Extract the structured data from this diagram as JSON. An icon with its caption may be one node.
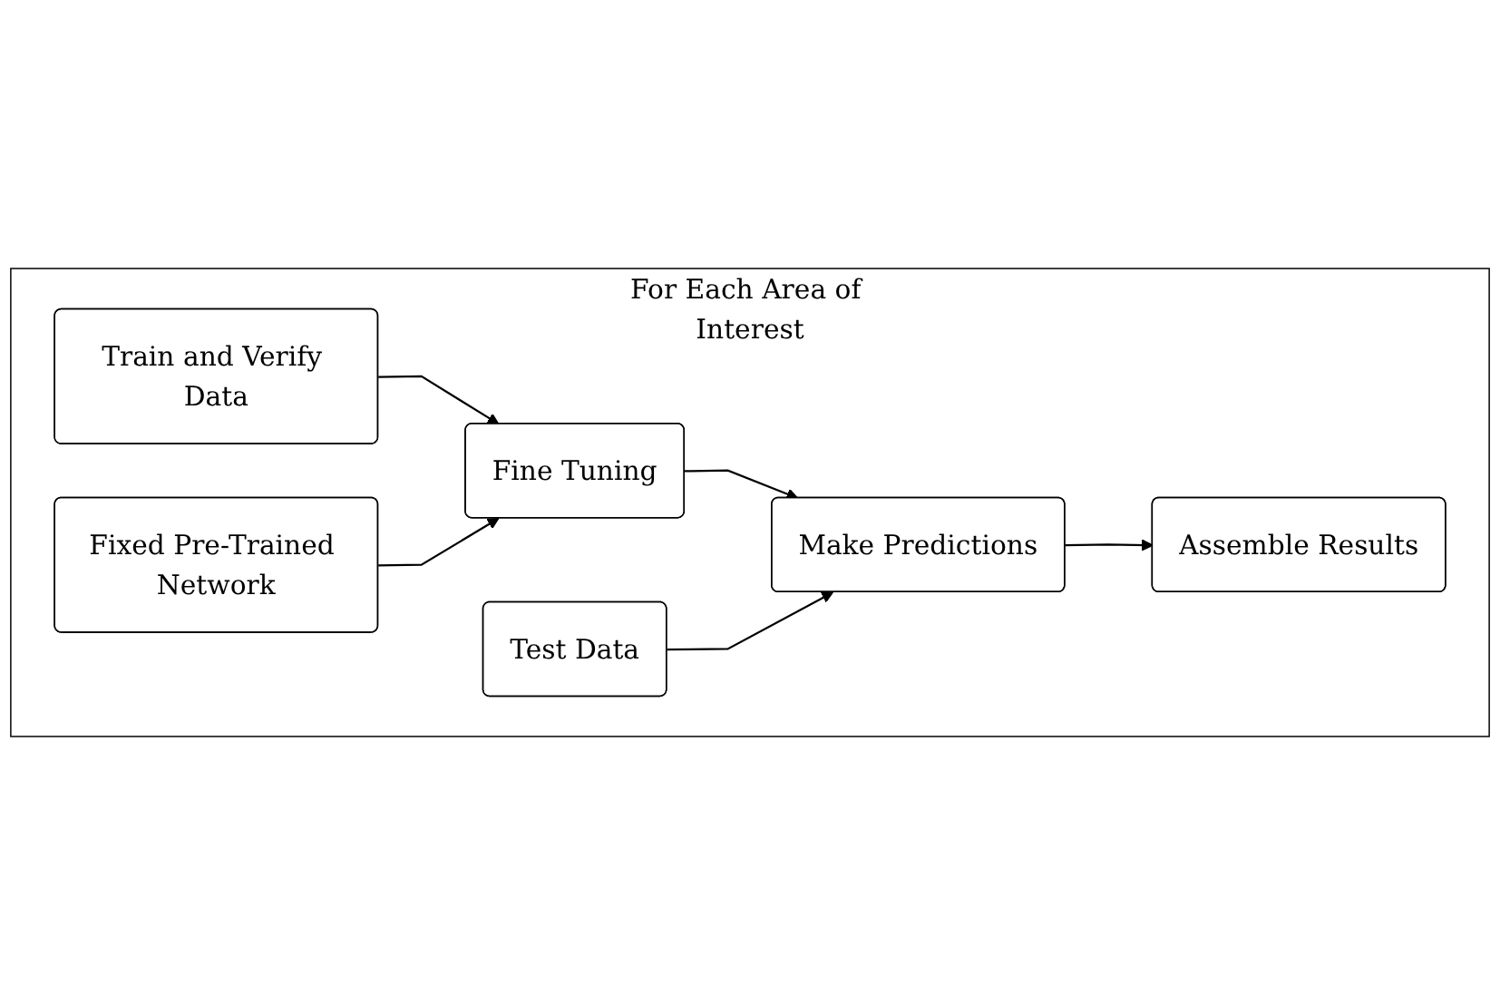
{
  "diagram": {
    "nodes": [
      {
        "text": [
          "For Each Area of Interest"
        ]
      },
      {
        "text": [
          "Train and Verify Data"
        ],
        "in": 0
      },
      {
        "text": [
          "Fine Tuning"
        ],
        "in": 0
      },
      {
        "text": [
          "Fixed Pre-Trained Network"
        ],
        "in": 0
      },
      {
        "text": [
          "Test Data"
        ],
        "in": 0
      },
      {
        "text": [
          "Make Predictions"
        ],
        "in": 0
      },
      {
        "text": [
          "Assemble Results"
        ],
        "in": 0
      }
    ],
    "edges": [
      {
        "from": 1,
        "to": 2,
        "arrow": "to"
      },
      {
        "from": 3,
        "to": 2,
        "arrow": "to"
      },
      {
        "from": 2,
        "to": 5,
        "arrow": "to"
      },
      {
        "from": 4,
        "to": 5,
        "arrow": "to"
      },
      {
        "from": 5,
        "to": 6,
        "arrow": "to"
      }
    ]
  }
}
